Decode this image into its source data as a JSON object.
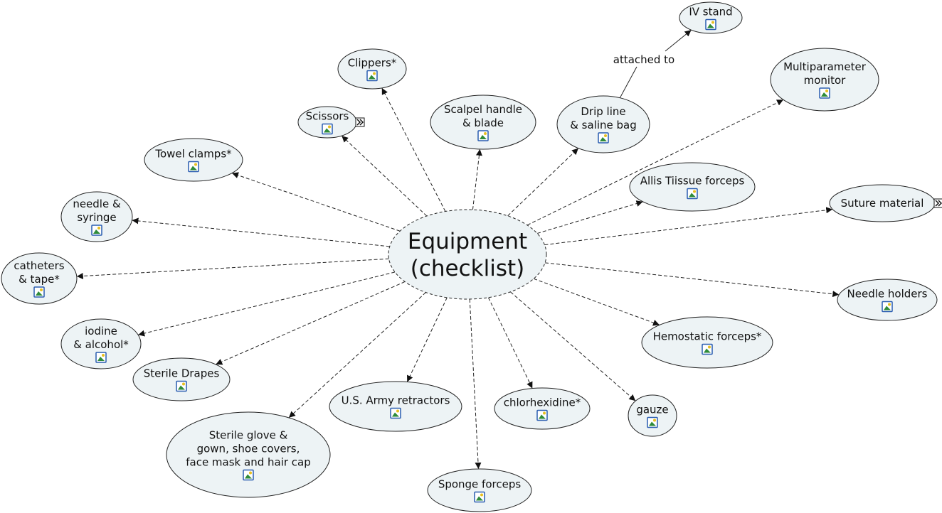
{
  "map": {
    "center": {
      "id": "center",
      "lines": [
        "Equipment",
        "(checklist)"
      ]
    },
    "nodes": [
      {
        "id": "iv",
        "lines": [
          "IV stand"
        ],
        "image": true
      },
      {
        "id": "clippers",
        "lines": [
          "Clippers*"
        ],
        "image": true
      },
      {
        "id": "scissors",
        "lines": [
          "Scissors"
        ],
        "image": true,
        "expand": true
      },
      {
        "id": "scalpel",
        "lines": [
          "Scalpel handle",
          "& blade"
        ],
        "image": true
      },
      {
        "id": "drip",
        "lines": [
          "Drip line",
          "& saline bag"
        ],
        "image": true
      },
      {
        "id": "monitor",
        "lines": [
          "Multiparameter",
          "monitor"
        ],
        "image": true
      },
      {
        "id": "towel",
        "lines": [
          "Towel clamps*"
        ],
        "image": true
      },
      {
        "id": "allis",
        "lines": [
          "Allis Tiissue forceps"
        ],
        "image": true
      },
      {
        "id": "suture",
        "lines": [
          "Suture material"
        ],
        "image": false,
        "expand": true
      },
      {
        "id": "needle",
        "lines": [
          "needle &",
          "syringe"
        ],
        "image": true
      },
      {
        "id": "catheters",
        "lines": [
          "catheters",
          "& tape*"
        ],
        "image": true
      },
      {
        "id": "holders",
        "lines": [
          "Needle holders"
        ],
        "image": true
      },
      {
        "id": "iodine",
        "lines": [
          "iodine",
          "& alcohol*"
        ],
        "image": true
      },
      {
        "id": "hemostatic",
        "lines": [
          "Hemostatic forceps*"
        ],
        "image": true
      },
      {
        "id": "drapes",
        "lines": [
          "Sterile Drapes"
        ],
        "image": true
      },
      {
        "id": "retractors",
        "lines": [
          "U.S. Army retractors"
        ],
        "image": true
      },
      {
        "id": "chlorhexidine",
        "lines": [
          "chlorhexidine*"
        ],
        "image": true
      },
      {
        "id": "gauze",
        "lines": [
          "gauze"
        ],
        "image": true
      },
      {
        "id": "glove",
        "lines": [
          "Sterile glove &",
          "gown, shoe covers,",
          "face mask and hair cap"
        ],
        "image": true
      },
      {
        "id": "sponge",
        "lines": [
          "Sponge forceps"
        ],
        "image": true
      }
    ],
    "links": [
      {
        "from": "drip",
        "to": "iv",
        "phrase": "attached to"
      }
    ]
  }
}
